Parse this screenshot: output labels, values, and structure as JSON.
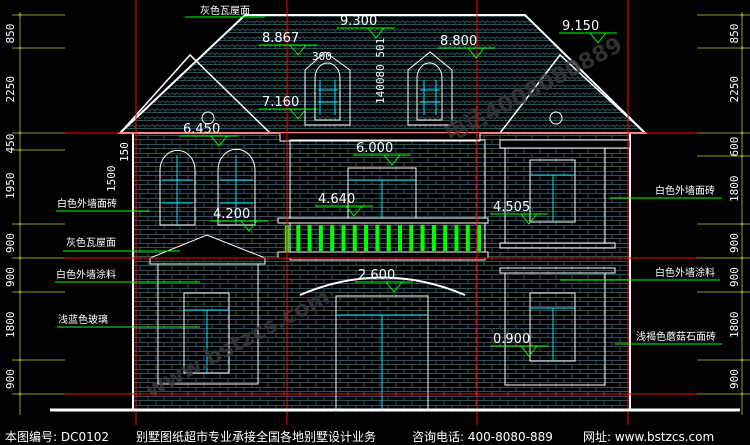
{
  "drawing": {
    "left_dimensions": [
      "850",
      "2250",
      "450",
      "1950",
      "900",
      "900",
      "1800",
      "900"
    ],
    "right_dimensions": [
      "850",
      "2250",
      "600",
      "1800",
      "900",
      "900",
      "1800",
      "900"
    ],
    "inner_dimensions": {
      "left_150": "150",
      "left_1500": "1500",
      "dormer_300": "300",
      "dormer_stack": "140080 501"
    },
    "elevations": {
      "e9300": "9.300",
      "e8867": "8.867",
      "e8800": "8.800",
      "e9150": "9.150",
      "e7160": "7.160",
      "e6450": "6.450",
      "e6000": "6.000",
      "e4640": "4.640",
      "e4505": "4.505",
      "e4200": "4.200",
      "e2600": "2.600",
      "e0900": "0.900"
    },
    "materials": {
      "roof_top": "灰色瓦屋面",
      "left_wall_tile": "白色外墙面砖",
      "left_roof": "灰色瓦屋面",
      "left_paint": "白色外墙涂料",
      "left_glass": "浅蓝色玻璃",
      "right_wall_tile": "白色外墙面砖",
      "right_paint": "白色外墙涂料",
      "right_stone": "浅褐色蘑菇石面砖"
    },
    "watermark": {
      "site": "www.bstzcs.com",
      "phone": "电话4008080889"
    },
    "colors": {
      "dim": "#8a9a1e",
      "elev": "#00ff00",
      "axis": "#ff0000",
      "glass": "#00e5ff",
      "brick": "#2f4f5a"
    }
  },
  "footer": {
    "drawing_no": "本图编号: DC0102",
    "slogan": "别墅图纸超市专业承接全国各地别墅设计业务",
    "phone": "咨询电话: 400-8080-889",
    "website": "网址: www.bstzcs.com"
  }
}
